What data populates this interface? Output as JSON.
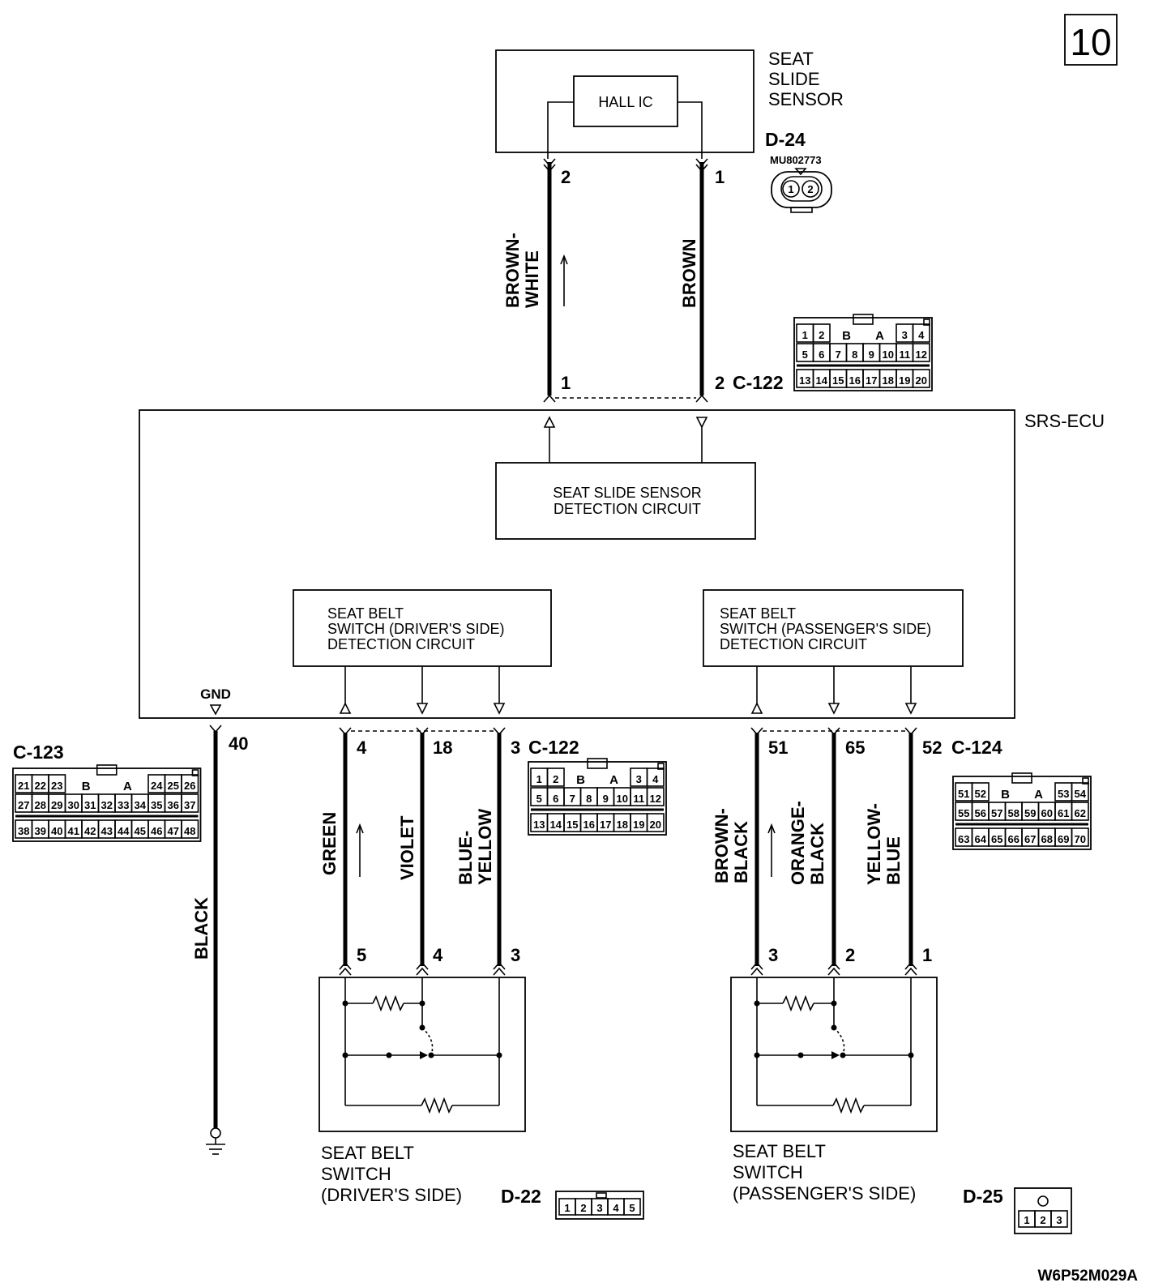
{
  "page_number": "10",
  "footer_code": "W6P52M029A",
  "seat_slide_sensor": {
    "title_lines": [
      "SEAT",
      "SLIDE",
      "SENSOR"
    ],
    "inner_block": "HALL IC",
    "connector_id": "D-24",
    "part_number": "MU802773",
    "connector_pins": [
      "1",
      "2"
    ]
  },
  "upper_wires": [
    {
      "color_lines": [
        "BROWN-",
        "WHITE"
      ],
      "sensor_pin": "2",
      "ecu_pin": "1"
    },
    {
      "color_lines": [
        "BROWN"
      ],
      "sensor_pin": "1",
      "ecu_pin": "2"
    }
  ],
  "srs_ecu": {
    "label": "SRS-ECU",
    "gnd_label": "GND",
    "seat_slide_circuit": [
      "SEAT SLIDE SENSOR",
      "DETECTION CIRCUIT"
    ],
    "driver_circuit": [
      "SEAT BELT",
      "SWITCH (DRIVER'S SIDE)",
      "DETECTION CIRCUIT"
    ],
    "passenger_circuit": [
      "SEAT BELT",
      "SWITCH (PASSENGER'S SIDE)",
      "DETECTION CIRCUIT"
    ]
  },
  "connectors": {
    "c122_top": {
      "id": "C-122",
      "markers": [
        "B",
        "A"
      ],
      "rows": [
        [
          "1",
          "2",
          "",
          "",
          "3",
          "4"
        ],
        [
          "5",
          "6",
          "7",
          "8",
          "9",
          "10",
          "11",
          "12"
        ],
        [
          "13",
          "14",
          "15",
          "16",
          "17",
          "18",
          "19",
          "20"
        ]
      ]
    },
    "c122_bottom": {
      "id": "C-122",
      "markers": [
        "B",
        "A"
      ],
      "rows": [
        [
          "1",
          "2",
          "",
          "",
          "3",
          "4"
        ],
        [
          "5",
          "6",
          "7",
          "8",
          "9",
          "10",
          "11",
          "12"
        ],
        [
          "13",
          "14",
          "15",
          "16",
          "17",
          "18",
          "19",
          "20"
        ]
      ]
    },
    "c123": {
      "id": "C-123",
      "markers": [
        "B",
        "A"
      ],
      "rows": [
        [
          "21",
          "22",
          "23",
          "",
          "",
          "24",
          "25",
          "26"
        ],
        [
          "27",
          "28",
          "29",
          "30",
          "31",
          "32",
          "33",
          "34",
          "35",
          "36",
          "37"
        ],
        [
          "38",
          "39",
          "40",
          "41",
          "42",
          "43",
          "44",
          "45",
          "46",
          "47",
          "48"
        ]
      ]
    },
    "c124": {
      "id": "C-124",
      "markers": [
        "B",
        "A"
      ],
      "rows": [
        [
          "51",
          "52",
          "",
          "",
          "53",
          "54"
        ],
        [
          "55",
          "56",
          "57",
          "58",
          "59",
          "60",
          "61",
          "62"
        ],
        [
          "63",
          "64",
          "65",
          "66",
          "67",
          "68",
          "69",
          "70"
        ]
      ]
    },
    "d22": {
      "id": "D-22",
      "pins": [
        "1",
        "2",
        "3",
        "4",
        "5"
      ]
    },
    "d25": {
      "id": "D-25",
      "pins": [
        "1",
        "2",
        "3"
      ]
    }
  },
  "ground_wire": {
    "color": "BLACK",
    "ecu_pin": "40"
  },
  "driver_wires": [
    {
      "color_lines": [
        "GREEN"
      ],
      "ecu_pin": "4",
      "switch_pin": "5"
    },
    {
      "color_lines": [
        "VIOLET"
      ],
      "ecu_pin": "18",
      "switch_pin": "4"
    },
    {
      "color_lines": [
        "BLUE-",
        "YELLOW"
      ],
      "ecu_pin": "3",
      "switch_pin": "3"
    }
  ],
  "passenger_wires": [
    {
      "color_lines": [
        "BROWN-",
        "BLACK"
      ],
      "ecu_pin": "51",
      "switch_pin": "3"
    },
    {
      "color_lines": [
        "ORANGE-",
        "BLACK"
      ],
      "ecu_pin": "65",
      "switch_pin": "2"
    },
    {
      "color_lines": [
        "YELLOW-",
        "BLUE"
      ],
      "ecu_pin": "52",
      "switch_pin": "1"
    }
  ],
  "driver_switch_label": [
    "SEAT BELT",
    "SWITCH",
    "(DRIVER'S SIDE)"
  ],
  "passenger_switch_label": [
    "SEAT BELT",
    "SWITCH",
    "(PASSENGER'S SIDE)"
  ]
}
